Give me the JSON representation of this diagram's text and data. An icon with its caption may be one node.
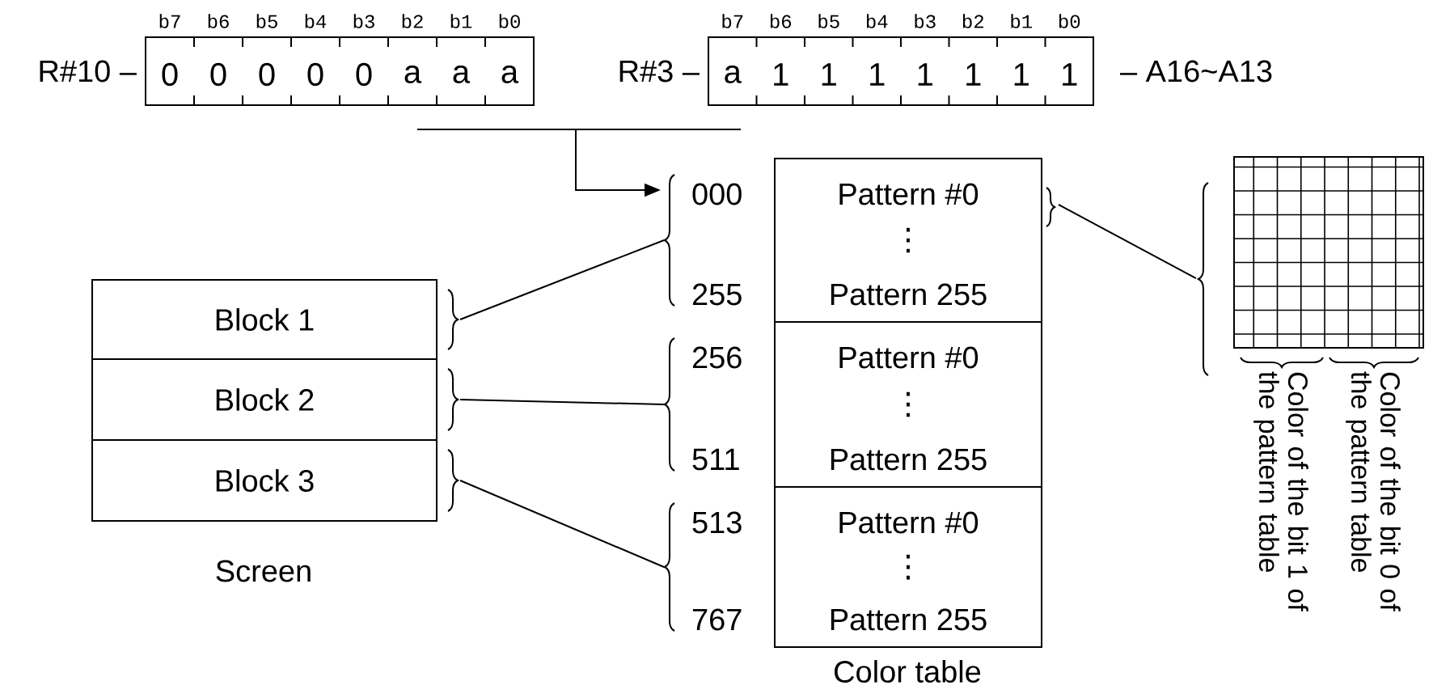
{
  "diagram": {
    "nodes": [
      {
        "text": [
          "Block 1"
        ]
      },
      {
        "text": [
          "Block 2"
        ]
      },
      {
        "text": [
          "Block 3"
        ]
      },
      {
        "text": [
          "Pattern #0",
          "⋮",
          "Pattern 255"
        ],
        "beside": [
          "000",
          "255"
        ]
      },
      {
        "text": [
          "Pattern #0",
          "⋮",
          "Pattern 255"
        ],
        "beside": [
          "256",
          "511"
        ]
      },
      {
        "text": [
          "Pattern #0",
          "⋮",
          "Pattern 255"
        ],
        "beside": [
          "513",
          "767"
        ]
      },
      {
        "text": [],
        "shape": "grid",
        "beside": [
          "Color of the bit 1 of the pattern table",
          "Color of the bit 0 of the pattern table"
        ]
      },
      {
        "text": [
          "0",
          "0",
          "0",
          "0",
          "0",
          "a",
          "a",
          "a"
        ],
        "beside": [
          "R#10 –",
          "b7",
          "b6",
          "b5",
          "b4",
          "b3",
          "b2",
          "b1",
          "b0"
        ]
      },
      {
        "text": [
          "a",
          "1",
          "1",
          "1",
          "1",
          "1",
          "1",
          "1"
        ],
        "beside": [
          "R#3 –",
          "b7",
          "b6",
          "b5",
          "b4",
          "b3",
          "b2",
          "b1",
          "b0",
          "– A16~A13"
        ]
      }
    ],
    "edges": [
      {
        "from": null,
        "to": 3,
        "arrow": "to"
      },
      {
        "from": 0,
        "to": 3,
        "arrow": "none"
      },
      {
        "from": 1,
        "to": 4,
        "arrow": "none"
      },
      {
        "from": 2,
        "to": 5,
        "arrow": "none"
      },
      {
        "from": 3,
        "to": 6,
        "arrow": "none"
      }
    ],
    "labels": [
      "Screen",
      "Color table"
    ]
  }
}
